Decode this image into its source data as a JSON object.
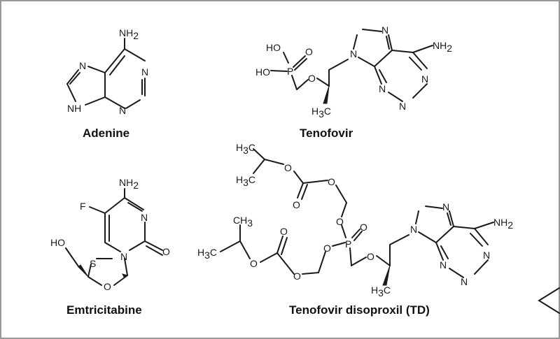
{
  "colors": {
    "border": "#9a9a9a",
    "ink": "#1a1a1a",
    "corner": "#b5b5b5"
  },
  "icons": [
    "page-corner-arrow-icon"
  ],
  "molecules": {
    "adenine": {
      "name": "Adenine",
      "atoms": {
        "nh2": "NH",
        "nh2_sub": "2",
        "n1": "N",
        "n2": "N",
        "n3": "N",
        "nh": "NH",
        "n4": "N"
      }
    },
    "tenofovir": {
      "name": "Tenofovir",
      "atoms": {
        "ho1": "HO",
        "ho2": "HO",
        "p": "P",
        "o_dbl": "O",
        "o_ether": "O",
        "n_ring1": "N",
        "n_ring2": "N",
        "n_ring3": "N",
        "n_ring4": "N",
        "n_ring5": "N",
        "nh2": "NH",
        "nh2_sub": "2",
        "h3c": "H",
        "h3c_sub": "3",
        "h3c_c": "C"
      }
    },
    "emtricitabine": {
      "name": "Emtricitabine",
      "atoms": {
        "nh2": "NH",
        "nh2_sub": "2",
        "f": "F",
        "n1": "N",
        "n2": "N",
        "o_carbonyl": "O",
        "ho": "HO",
        "s": "S",
        "o_ring": "O"
      }
    },
    "td": {
      "name": "Tenofovir disoproxil (TD)",
      "atoms": {
        "h3c_a": "H",
        "h3c_a_sub": "3",
        "h3c_a_c": "C",
        "h3c_b": "H",
        "h3c_b_sub": "3",
        "h3c_b_c": "C",
        "o_a1": "O",
        "o_a2": "O",
        "o_a3": "O",
        "o_a4": "O",
        "ch3_c": "CH",
        "ch3_c_sub": "3",
        "h3c_c": "H",
        "h3c_c_sub": "3",
        "h3c_c_c": "C",
        "o_b1": "O",
        "o_b2": "O",
        "o_b3": "O",
        "o_b4": "O",
        "p": "P",
        "o_p": "O",
        "o_ether": "O",
        "n_ring1": "N",
        "n_ring2": "N",
        "n_ring3": "N",
        "n_ring4": "N",
        "n_ring5": "N",
        "nh2": "NH",
        "nh2_sub": "2",
        "h3c_d": "H",
        "h3c_d_sub": "3",
        "h3c_d_c": "C"
      }
    }
  }
}
